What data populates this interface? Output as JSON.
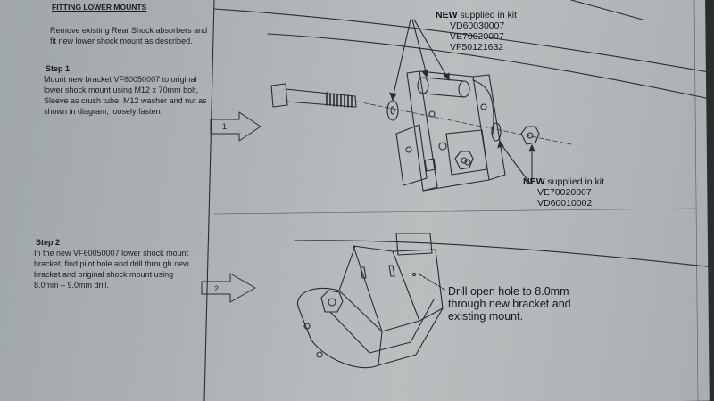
{
  "section": {
    "heading": "FITTING LOWER MOUNTS",
    "intro": [
      "Remove existing Rear Shock absorbers and",
      "fit new lower shock mount as described."
    ]
  },
  "step1": {
    "title": "Step 1",
    "lines": [
      "Mount new bracket VF60050007 to original",
      "lower shock mount using M12 x 70mm bolt,",
      "Sleeve as crush tube, M12 washer and nut as",
      "shown in diagram, loosely fasten."
    ],
    "arrow_label": "1"
  },
  "step2": {
    "title": "Step 2",
    "lines": [
      "In the new VF60050007 lower shock mount",
      "bracket, find pilot hole and drill through new",
      "bracket and original shock mount using",
      "8.0mm – 9.0mm drill."
    ],
    "arrow_label": "2"
  },
  "callout_top": {
    "new": "NEW",
    "rest": " supplied in kit",
    "parts": [
      "VD60030007",
      "VE70020007",
      "VF50121632"
    ]
  },
  "callout_bottom": {
    "new": "NEW",
    "rest": " supplied in kit",
    "parts": [
      "VE70020007",
      "VD60010002"
    ]
  },
  "drill_note": [
    "Drill open hole to 8.0mm",
    "through new bracket and",
    "existing mount."
  ]
}
